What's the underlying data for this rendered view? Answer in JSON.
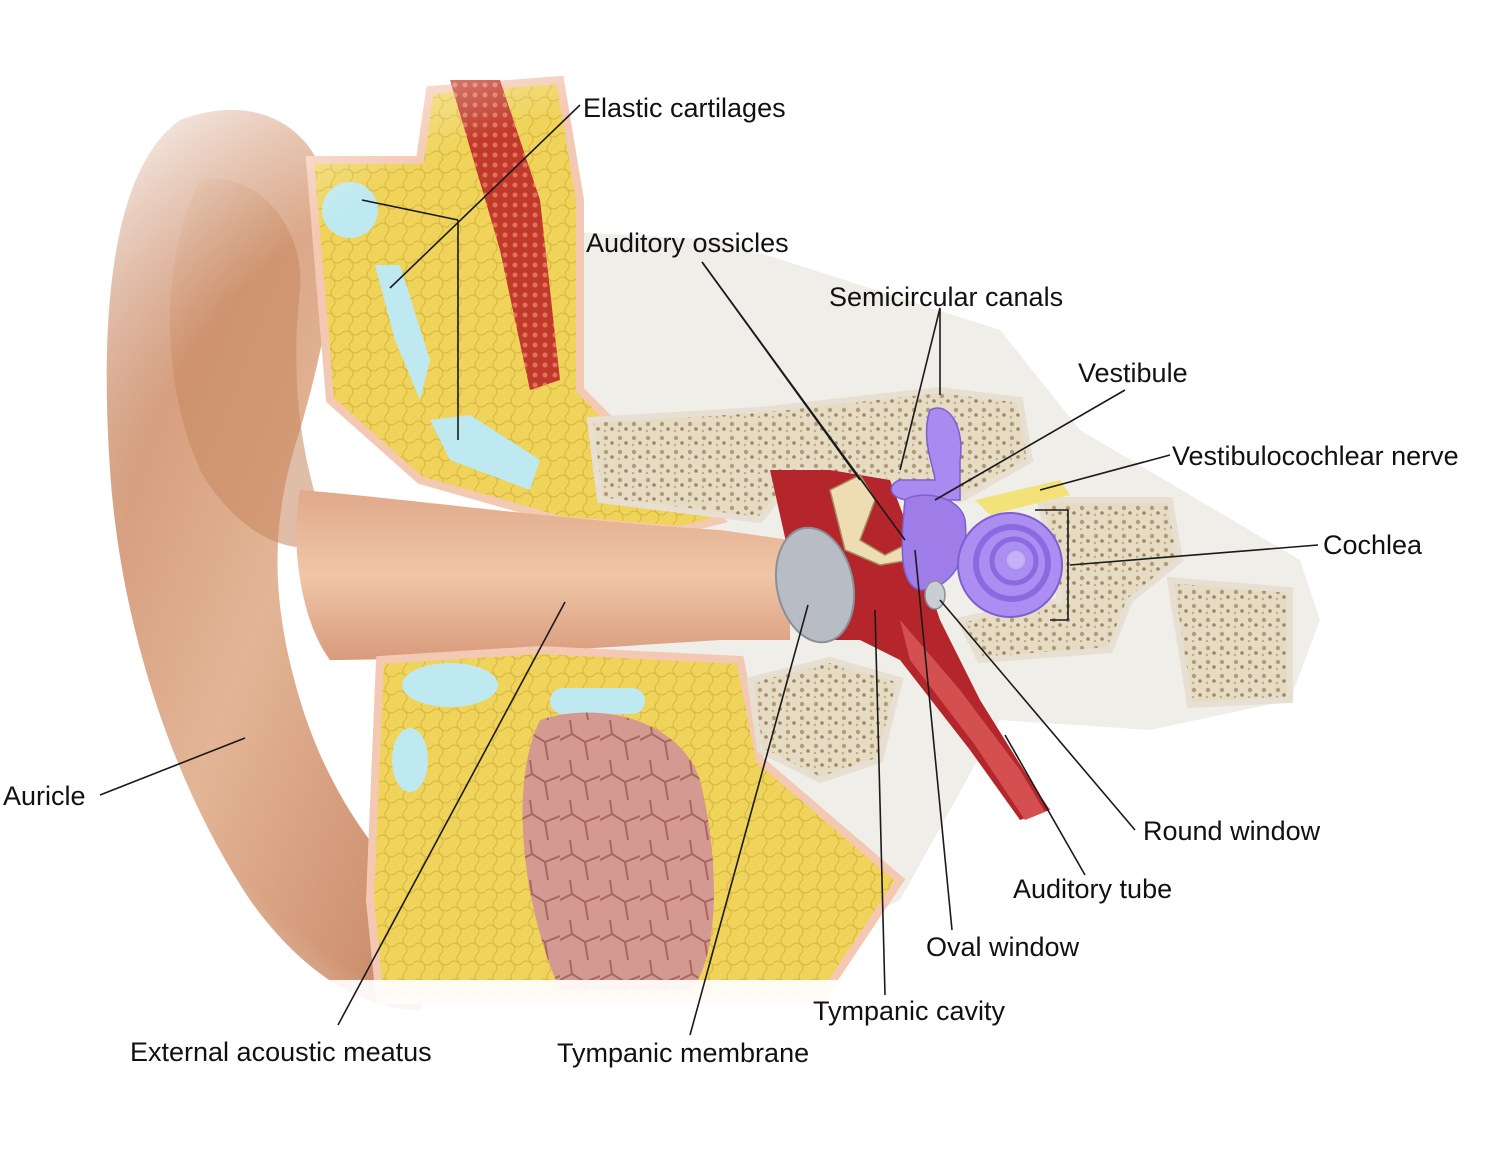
{
  "labels": {
    "elastic_cartilages": "Elastic cartilages",
    "auditory_ossicles": "Auditory ossicles",
    "semicircular_canals": "Semicircular canals",
    "vestibule": "Vestibule",
    "vestibulocochlear_nerve": "Vestibulocochlear nerve",
    "cochlea": "Cochlea",
    "auricle": "Auricle",
    "round_window": "Round window",
    "auditory_tube": "Auditory tube",
    "oval_window": "Oval window",
    "tympanic_cavity": "Tympanic cavity",
    "external_acoustic_meatus": "External acoustic meatus",
    "tympanic_membrane": "Tympanic membrane"
  },
  "colors": {
    "skin": "#d9a07e",
    "skin_dark": "#b9714f",
    "fat_yellow": "#f0d45a",
    "cartilage_blue": "#bfe9f0",
    "bone": "#d9ccb0",
    "cavity_red": "#b5262c",
    "inner_ear_purple": "#a88af0",
    "gland_pink": "#c98686",
    "nerve_yellow": "#f3e27a"
  }
}
